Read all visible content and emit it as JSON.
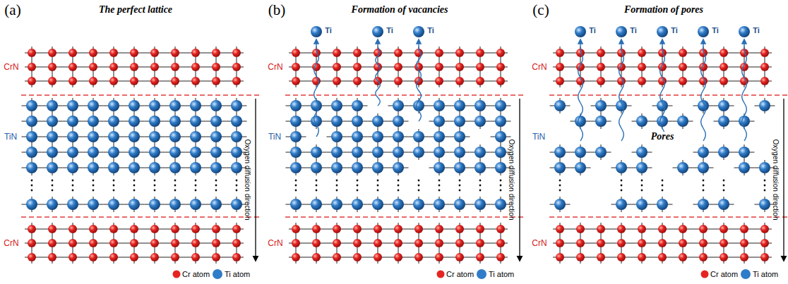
{
  "diagram": {
    "labels": [
      "(a)",
      "The perfect lattice",
      "CrN",
      "TiN",
      "CrN",
      "Oxygen diffusion direction",
      "(b)",
      "Formation of vacancies",
      "Ti",
      "Ti",
      "Ti",
      "CrN",
      "TiN",
      "CrN",
      "Oxygen diffusion direction",
      "(c)",
      "Formation of pores",
      "Ti",
      "Ti",
      "Ti",
      "Ti",
      "Ti",
      "CrN",
      "TiN",
      "Pores",
      "CrN",
      "Oxygen diffusion direction"
    ],
    "legend": [
      {
        "text": "Cr atom",
        "color": "#e52521"
      },
      {
        "text": "Ti atom",
        "color": "#2f7cc8"
      },
      {
        "text": "Cr atom",
        "color": "#e52521"
      },
      {
        "text": "Ti atom",
        "color": "#2f7cc8"
      },
      {
        "text": "Cr atom",
        "color": "#e52521"
      },
      {
        "text": "Ti atom",
        "color": "#2f7cc8"
      }
    ]
  }
}
